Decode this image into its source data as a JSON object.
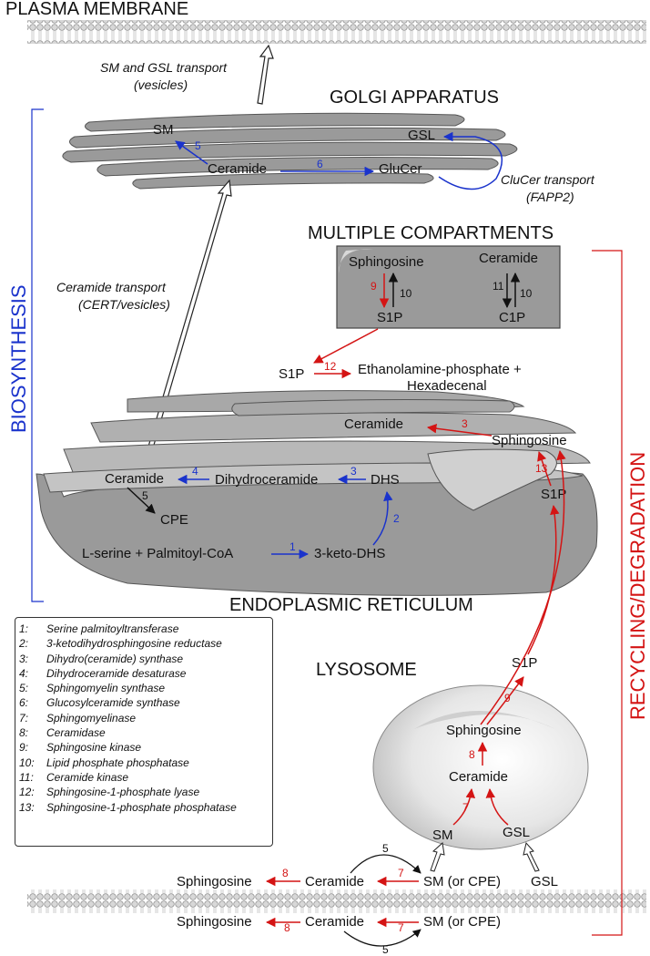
{
  "titles": {
    "plasma_membrane": "PLASMA MEMBRANE",
    "golgi": "GOLGI APPARATUS",
    "multiple": "MULTIPLE COMPARTMENTS",
    "er": "ENDOPLASMIC RETICULUM",
    "lysosome": "LYSOSOME",
    "biosynthesis": "BIOSYNTHESIS",
    "recycling": "RECYCLING/DEGRADATION"
  },
  "transport": {
    "sm_gsl_1": "SM and GSL transport",
    "sm_gsl_2": "(vesicles)",
    "cer_1": "Ceramide transport",
    "cer_2": "(CERT/vesicles)",
    "glucer_1": "CluCer transport",
    "glucer_2": "(FAPP2)"
  },
  "golgi": {
    "sm": "SM",
    "ceramide": "Ceramide",
    "glucer": "GluCer",
    "gsl": "GSL",
    "n5": "5",
    "n6": "6"
  },
  "box": {
    "sphingosine": "Sphingosine",
    "s1p": "S1P",
    "ceramide": "Ceramide",
    "c1p": "C1P",
    "n9": "9",
    "n10a": "10",
    "n11": "11",
    "n10b": "10"
  },
  "er": {
    "s1p_top": "S1P",
    "n12": "12",
    "eth1": "Ethanolamine-phosphate +",
    "eth2": "Hexadecenal",
    "ceramide_r": "Ceramide",
    "n3r": "3",
    "sphingosine": "Sphingosine",
    "n13": "13",
    "s1p_r": "S1P",
    "ceramide_l": "Ceramide",
    "n4": "4",
    "dihydroceramide": "Dihydroceramide",
    "n3b": "3",
    "dhs": "DHS",
    "n5": "5",
    "cpe": "CPE",
    "serine": "L-serine + Palmitoyl-CoA",
    "n1": "1",
    "keto": "3-keto-DHS",
    "n2": "2"
  },
  "lyso": {
    "s1p": "S1P",
    "n9": "9",
    "sphingosine": "Sphingosine",
    "n8": "8",
    "ceramide": "Ceramide",
    "n7": "7",
    "sm": "SM",
    "gsl": "GSL"
  },
  "pm": {
    "n5top": "5",
    "sphingosine1": "Sphingosine",
    "n8a": "8",
    "ceramide1": "Ceramide",
    "n7a": "7",
    "sm1": "SM (or CPE)",
    "gsl": "GSL",
    "sphingosine2": "Sphingosine",
    "n8b": "8",
    "ceramide2": "Ceramide",
    "n7b": "7",
    "sm2": "SM (or CPE)",
    "n5bot": "5"
  },
  "legend": [
    {
      "n": "1:",
      "t": "Serine palmitoyltransferase"
    },
    {
      "n": "2:",
      "t": "3-ketodihydrosphingosine reductase"
    },
    {
      "n": "3:",
      "t": "Dihydro(ceramide) synthase"
    },
    {
      "n": "4:",
      "t": "Dihydroceramide desaturase"
    },
    {
      "n": "5:",
      "t": "Sphingomyelin synthase"
    },
    {
      "n": "6:",
      "t": "Glucosylceramide synthase"
    },
    {
      "n": "7:",
      "t": "Sphingomyelinase"
    },
    {
      "n": "8:",
      "t": "Ceramidase"
    },
    {
      "n": "9:",
      "t": "Sphingosine kinase"
    },
    {
      "n": "10:",
      "t": "Lipid phosphate phosphatase"
    },
    {
      "n": "11:",
      "t": "Ceramide kinase"
    },
    {
      "n": "12:",
      "t": "Sphingosine-1-phosphate lyase"
    },
    {
      "n": "13:",
      "t": "Sphingosine-1-phosphate phosphatase"
    }
  ],
  "colors": {
    "blue": "#1a33cc",
    "red": "#d41414",
    "organelle": "#9a9a9a",
    "membrane": "#c8c8c8"
  }
}
